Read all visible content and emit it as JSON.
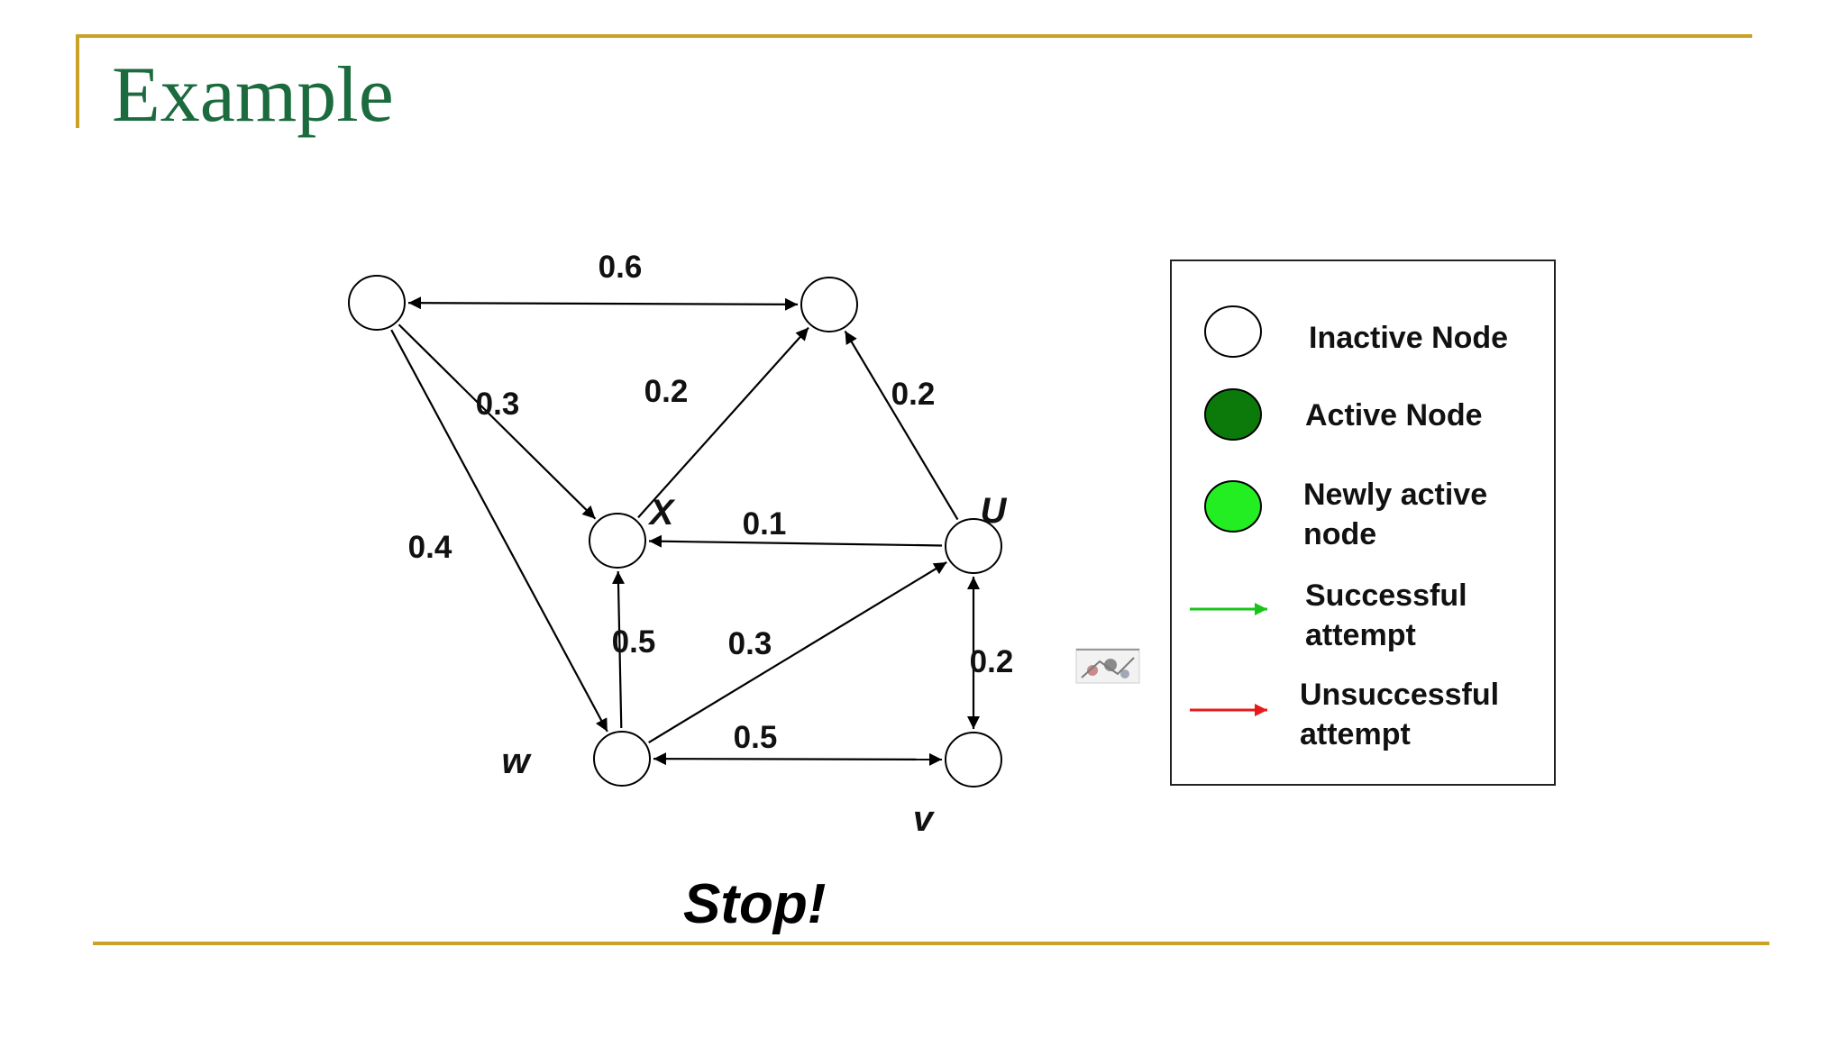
{
  "slide": {
    "title": "Example",
    "status": "Stop!"
  },
  "colors": {
    "accent_rule": "#c9a227",
    "title": "#1c6b3e",
    "inactive_node": "#ffffff",
    "active_node": "#0b7a0b",
    "newly_active_node": "#22ee22",
    "successful_attempt": "#19c419",
    "unsuccessful_attempt": "#e81919"
  },
  "graph": {
    "nodes": [
      {
        "id": "n1",
        "label": "",
        "state": "inactive"
      },
      {
        "id": "n2",
        "label": "",
        "state": "inactive"
      },
      {
        "id": "x",
        "label": "X",
        "state": "inactive"
      },
      {
        "id": "u",
        "label": "U",
        "state": "inactive"
      },
      {
        "id": "w",
        "label": "w",
        "state": "inactive"
      },
      {
        "id": "v",
        "label": "v",
        "state": "inactive"
      }
    ],
    "edges": [
      {
        "from": "n1",
        "to": "n2",
        "weight": "0.6",
        "bidirectional": true
      },
      {
        "from": "n1",
        "to": "x",
        "weight": "0.3",
        "bidirectional": false
      },
      {
        "from": "x",
        "to": "n2",
        "weight": "0.2",
        "bidirectional": false
      },
      {
        "from": "u",
        "to": "n2",
        "weight": "0.2",
        "bidirectional": false
      },
      {
        "from": "n1",
        "to": "w",
        "weight": "0.4",
        "bidirectional": false
      },
      {
        "from": "u",
        "to": "x",
        "weight": "0.1",
        "bidirectional": false
      },
      {
        "from": "w",
        "to": "x",
        "weight": "0.5",
        "bidirectional": false
      },
      {
        "from": "w",
        "to": "u",
        "weight": "0.3",
        "bidirectional": false
      },
      {
        "from": "u",
        "to": "v",
        "weight": "0.2",
        "bidirectional": true
      },
      {
        "from": "w",
        "to": "v",
        "weight": "0.5",
        "bidirectional": true
      }
    ]
  },
  "legend": {
    "items": [
      {
        "kind": "inactive-node",
        "line1": "Inactive Node",
        "line2": ""
      },
      {
        "kind": "active-node",
        "line1": "Active Node",
        "line2": ""
      },
      {
        "kind": "newly-active-node",
        "line1": "Newly active",
        "line2": "node"
      },
      {
        "kind": "successful-attempt",
        "line1": "Successful",
        "line2": "attempt"
      },
      {
        "kind": "unsuccessful-attempt",
        "line1": "Unsuccessful",
        "line2": "attempt"
      }
    ]
  }
}
